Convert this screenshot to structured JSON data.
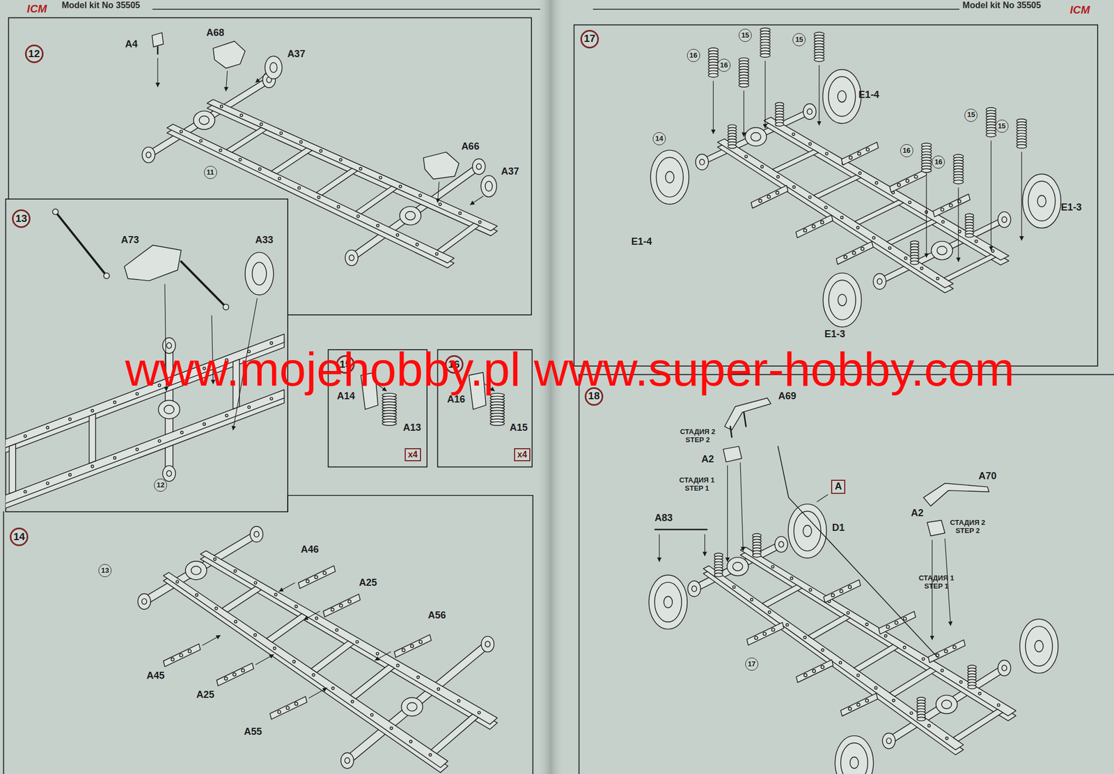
{
  "diagram": {
    "nodes": [
      {
        "text": [
          "12"
        ]
      },
      {
        "text": [
          "11"
        ]
      },
      {
        "text": [
          "13"
        ]
      },
      {
        "text": [
          "12"
        ]
      },
      {
        "text": [
          "15"
        ]
      },
      {
        "text": [
          "x4"
        ]
      },
      {
        "text": [
          "16"
        ]
      },
      {
        "text": [
          "x4"
        ]
      },
      {
        "text": [
          "14"
        ]
      },
      {
        "text": [
          "13"
        ]
      },
      {
        "text": [
          "17"
        ]
      },
      {
        "text": [
          "15"
        ]
      },
      {
        "text": [
          "15"
        ]
      },
      {
        "text": [
          "16"
        ]
      },
      {
        "text": [
          "16"
        ]
      },
      {
        "text": [
          "14"
        ]
      },
      {
        "text": [
          "15"
        ]
      },
      {
        "text": [
          "15"
        ]
      },
      {
        "text": [
          "16"
        ]
      },
      {
        "text": [
          "16"
        ]
      },
      {
        "text": [
          "18"
        ]
      },
      {
        "text": [
          "A"
        ]
      },
      {
        "text": [
          "17"
        ]
      }
    ],
    "labels": [
      "Model kit No 35505",
      "ICM",
      "Model kit No 35505",
      "ICM",
      "A4",
      "A68",
      "A37",
      "A66",
      "A37",
      "A73",
      "A33",
      "A14",
      "A13",
      "A16",
      "A15",
      "A46",
      "A25",
      "A56",
      "A45",
      "A25",
      "A55",
      "E1-4",
      "E1-4",
      "E1-3",
      "E1-3",
      "A69",
      "СТАДИЯ 2 STEP 2",
      "A2",
      "СТАДИЯ 1 STEP 1",
      "A83",
      "D1",
      "A70",
      "A2",
      "СТАДИЯ 2 STEP 2",
      "СТАДИЯ 1 STEP 1",
      "www.mojehobby.pl www.super-hobby.com"
    ]
  }
}
